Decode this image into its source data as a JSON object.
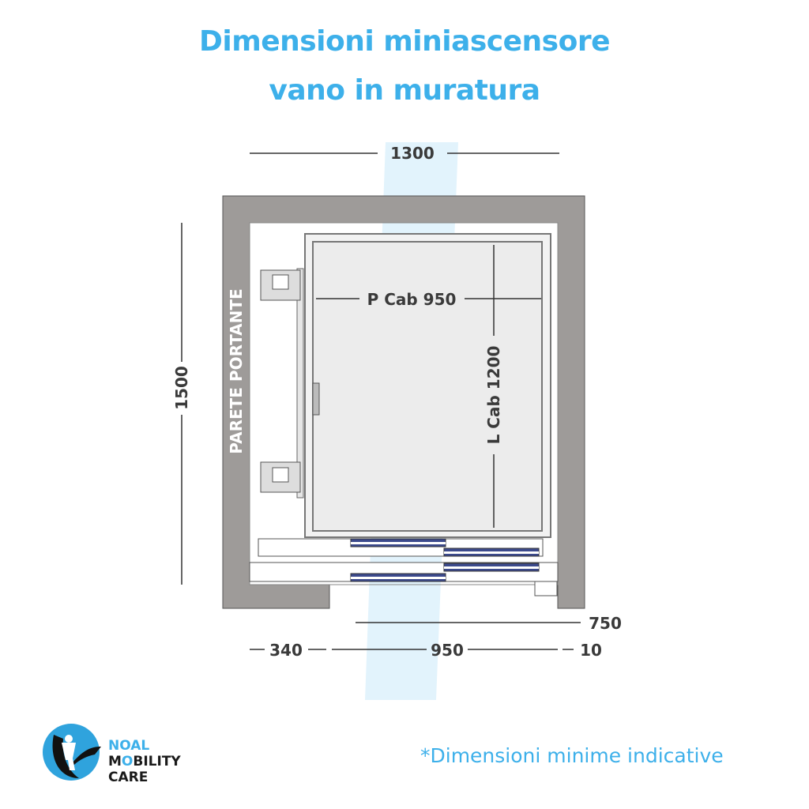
{
  "title": {
    "line1": "Dimensioni miniascensore",
    "line2": "vano in muratura"
  },
  "diagram": {
    "wall_label": "PARETE PORTANTE",
    "shaft_width": "1300",
    "shaft_depth": "1500",
    "cabin_depth": "P Cab 950",
    "cabin_width": "L Cab 1200",
    "door_width": "750",
    "bottom_left": "340",
    "bottom_center": "950",
    "bottom_right": "10"
  },
  "logo": {
    "line1": "NOAL",
    "line2_o": "O",
    "line2_m": "M",
    "line2_rest": "BILITY",
    "line3": "CARE"
  },
  "footnote": "*Dimensioni minime indicative",
  "colors": {
    "accent": "#3db0ea",
    "wall": "#9e9b99",
    "cabin": "#ececec",
    "rail": "#3c4a8c"
  }
}
